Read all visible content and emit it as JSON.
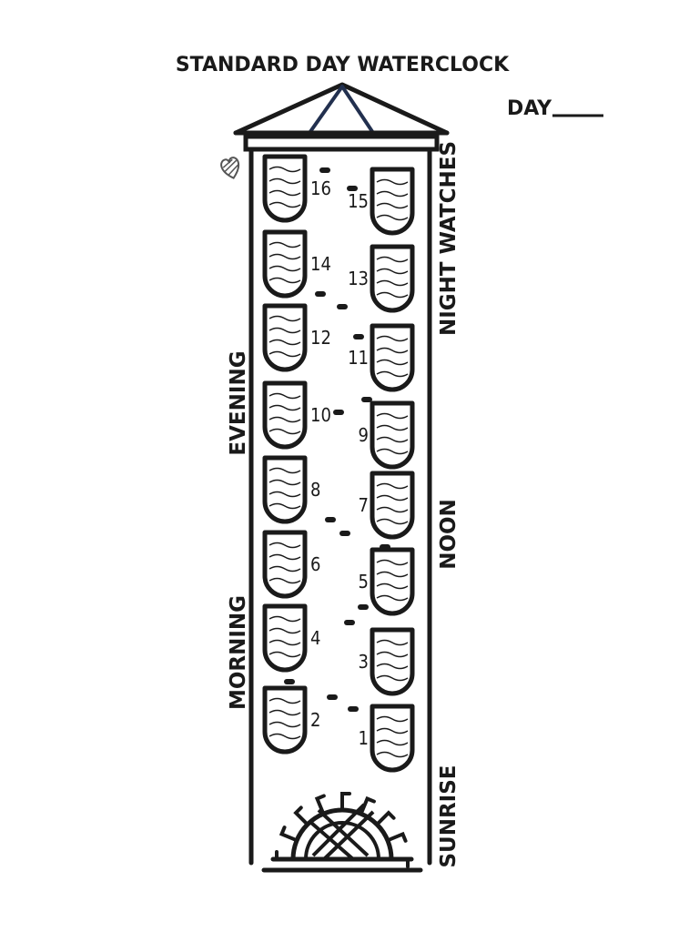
{
  "title": "STANDARD DAY WATERCLOCK",
  "day_label": "DAY",
  "periods": {
    "night": "NIGHT WATCHES",
    "evening": "EVENING",
    "noon": "NOON",
    "morning": "MORNING",
    "sunrise": "SUNRISE"
  },
  "cups": [
    "1",
    "2",
    "3",
    "4",
    "5",
    "6",
    "7",
    "8",
    "9",
    "10",
    "11",
    "12",
    "13",
    "14",
    "15",
    "16"
  ],
  "colors": {
    "ink": "#1a1a1a",
    "roof_accent": "#22304f",
    "heart": "#555555"
  }
}
